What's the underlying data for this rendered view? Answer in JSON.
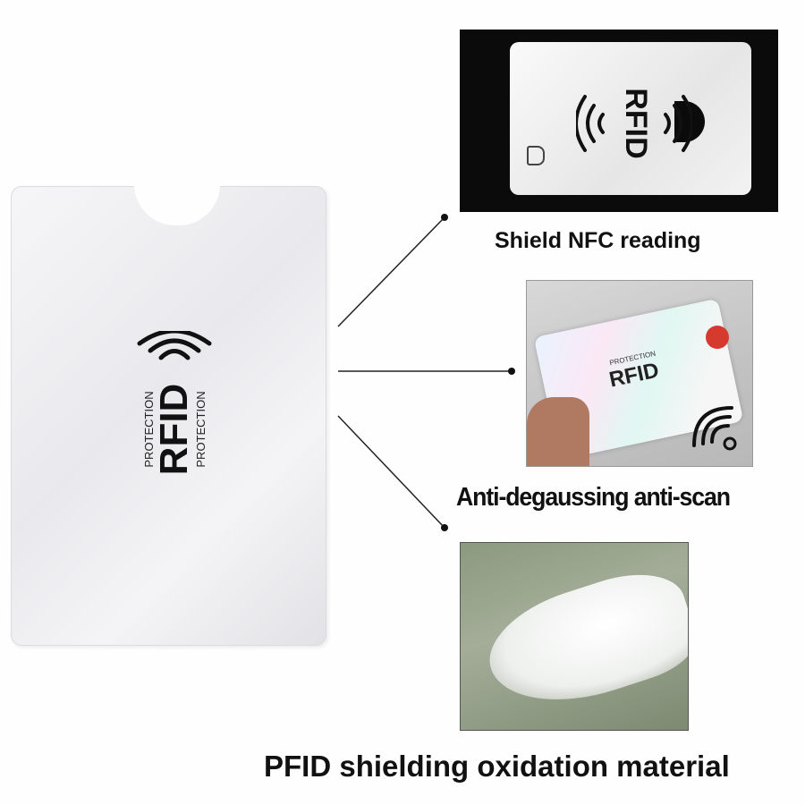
{
  "main_sleeve": {
    "logo_text": "RFID",
    "protection_text": "PROTECTION"
  },
  "features": [
    {
      "caption": "Shield NFC reading",
      "image_logo": "RFID"
    },
    {
      "caption": "Anti-degaussing anti-scan",
      "image_logo": "RFID",
      "image_sub": "PROTECTION"
    },
    {
      "caption": "PFID shielding oxidation material"
    }
  ],
  "colors": {
    "background": "#fefefe",
    "text": "#111111",
    "panel_dark": "#0b0b0b",
    "accent_red": "#d63a2f"
  }
}
